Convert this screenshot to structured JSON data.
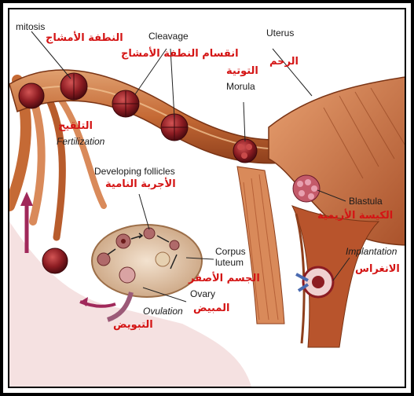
{
  "labels": {
    "mitosis_en": "mitosis",
    "mitosis_ar": "النطفة الأمشاج",
    "cleavage_en": "Cleavage",
    "cleavage_ar": "انقسام النطفة الأمشاج",
    "uterus_en": "Uterus",
    "uterus_ar": "الرحم",
    "morula_ar": "التوتية",
    "morula_en": "Morula",
    "fertilization_ar": "التلقيح",
    "fertilization_en": "Fertilization",
    "follicles_en": "Developing follicles",
    "follicles_ar": "الأجربة النامية",
    "blastula_en": "Blastula",
    "blastula_ar": "الكيسة الأريمية",
    "implantation_en": "Implantation",
    "implantation_ar": "الانغراس",
    "corpus_en_1": "Corpus",
    "corpus_en_2": "luteum",
    "corpus_ar": "الجسم الأصفر",
    "ovary_en": "Ovary",
    "ovary_ar": "المبيض",
    "ovulation_en": "Ovulation",
    "ovulation_ar": "التبويض"
  },
  "colors": {
    "tube": "#c9743f",
    "tube_dark": "#8e3f1c",
    "muscle": "#d98a5a",
    "cell": "#8c1c22",
    "cell_hi": "#c94a4a",
    "ovary": "#e8c8a8",
    "arabic": "#d41414"
  }
}
